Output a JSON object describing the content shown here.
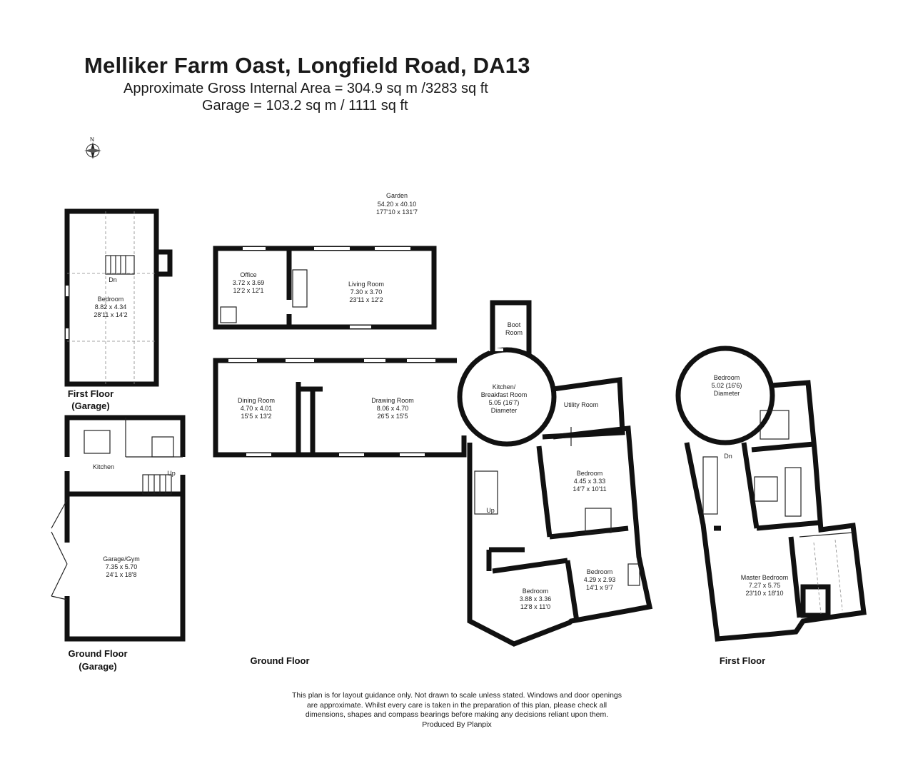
{
  "header": {
    "title": "Melliker Farm Oast, Longfield Road, DA13",
    "area_line": "Approximate Gross Internal Area = 304.9 sq m /3283 sq ft",
    "garage_line": "Garage = 103.2 sq m / 1111 sq ft"
  },
  "compass": {
    "label": "N"
  },
  "garden": {
    "name": "Garden",
    "metric": "54.20 x 40.10",
    "imperial": "177'10 x 131'7"
  },
  "rooms": {
    "office": {
      "name": "Office",
      "metric": "3.72 x 3.69",
      "imperial": "12'2 x 12'1"
    },
    "living": {
      "name": "Living Room",
      "metric": "7.30 x 3.70",
      "imperial": "23'11 x 12'2"
    },
    "dining": {
      "name": "Dining Room",
      "metric": "4.70 x 4.01",
      "imperial": "15'5 x 13'2"
    },
    "drawing": {
      "name": "Drawing Room",
      "metric": "8.06 x 4.70",
      "imperial": "26'5 x 15'5"
    },
    "kitchen_breakfast": {
      "name1": "Kitchen/",
      "name2": "Breakfast Room",
      "metric": "5.05 (16'7)",
      "extra": "Diameter"
    },
    "boot": {
      "name1": "Boot",
      "name2": "Room"
    },
    "utility": {
      "name": "Utility Room"
    },
    "bedroom_g1": {
      "name": "Bedroom",
      "metric": "4.45 x 3.33",
      "imperial": "14'7 x 10'11"
    },
    "bedroom_g2": {
      "name": "Bedroom",
      "metric": "4.29 x 2.93",
      "imperial": "14'1 x 9'7"
    },
    "bedroom_g3": {
      "name": "Bedroom",
      "metric": "3.88 x 3.36",
      "imperial": "12'8 x 11'0"
    },
    "garage_bedroom": {
      "name": "Bedroom",
      "metric": "8.82 x 4.34",
      "imperial": "28'11 x 14'2"
    },
    "garage_kitchen": {
      "name": "Kitchen"
    },
    "garage_gym": {
      "name": "Garage/Gym",
      "metric": "7.35 x 5.70",
      "imperial": "24'1 x 18'8"
    },
    "ff_round_bedroom": {
      "name": "Bedroom",
      "metric": "5.02 (16'6)",
      "extra": "Diameter"
    },
    "master": {
      "name": "Master Bedroom",
      "metric": "7.27 x 5.75",
      "imperial": "23'10 x 18'10"
    }
  },
  "stairs": {
    "dn1": "Dn",
    "up1": "Up",
    "up2": "Up",
    "dn2": "Dn"
  },
  "floors": {
    "ff_garage_1": "First Floor",
    "ff_garage_2": "(Garage)",
    "gf_garage_1": "Ground Floor",
    "gf_garage_2": "(Garage)",
    "ground": "Ground Floor",
    "first": "First Floor"
  },
  "disclaimer": {
    "line1": "This plan is for layout guidance only. Not drawn to scale unless stated. Windows and door openings",
    "line2": "are approximate. Whilst every care is taken in the preparation of this plan, please check all",
    "line3": "dimensions, shapes and compass bearings before making any decisions reliant upon them.",
    "line4": "Produced By Planpix"
  }
}
